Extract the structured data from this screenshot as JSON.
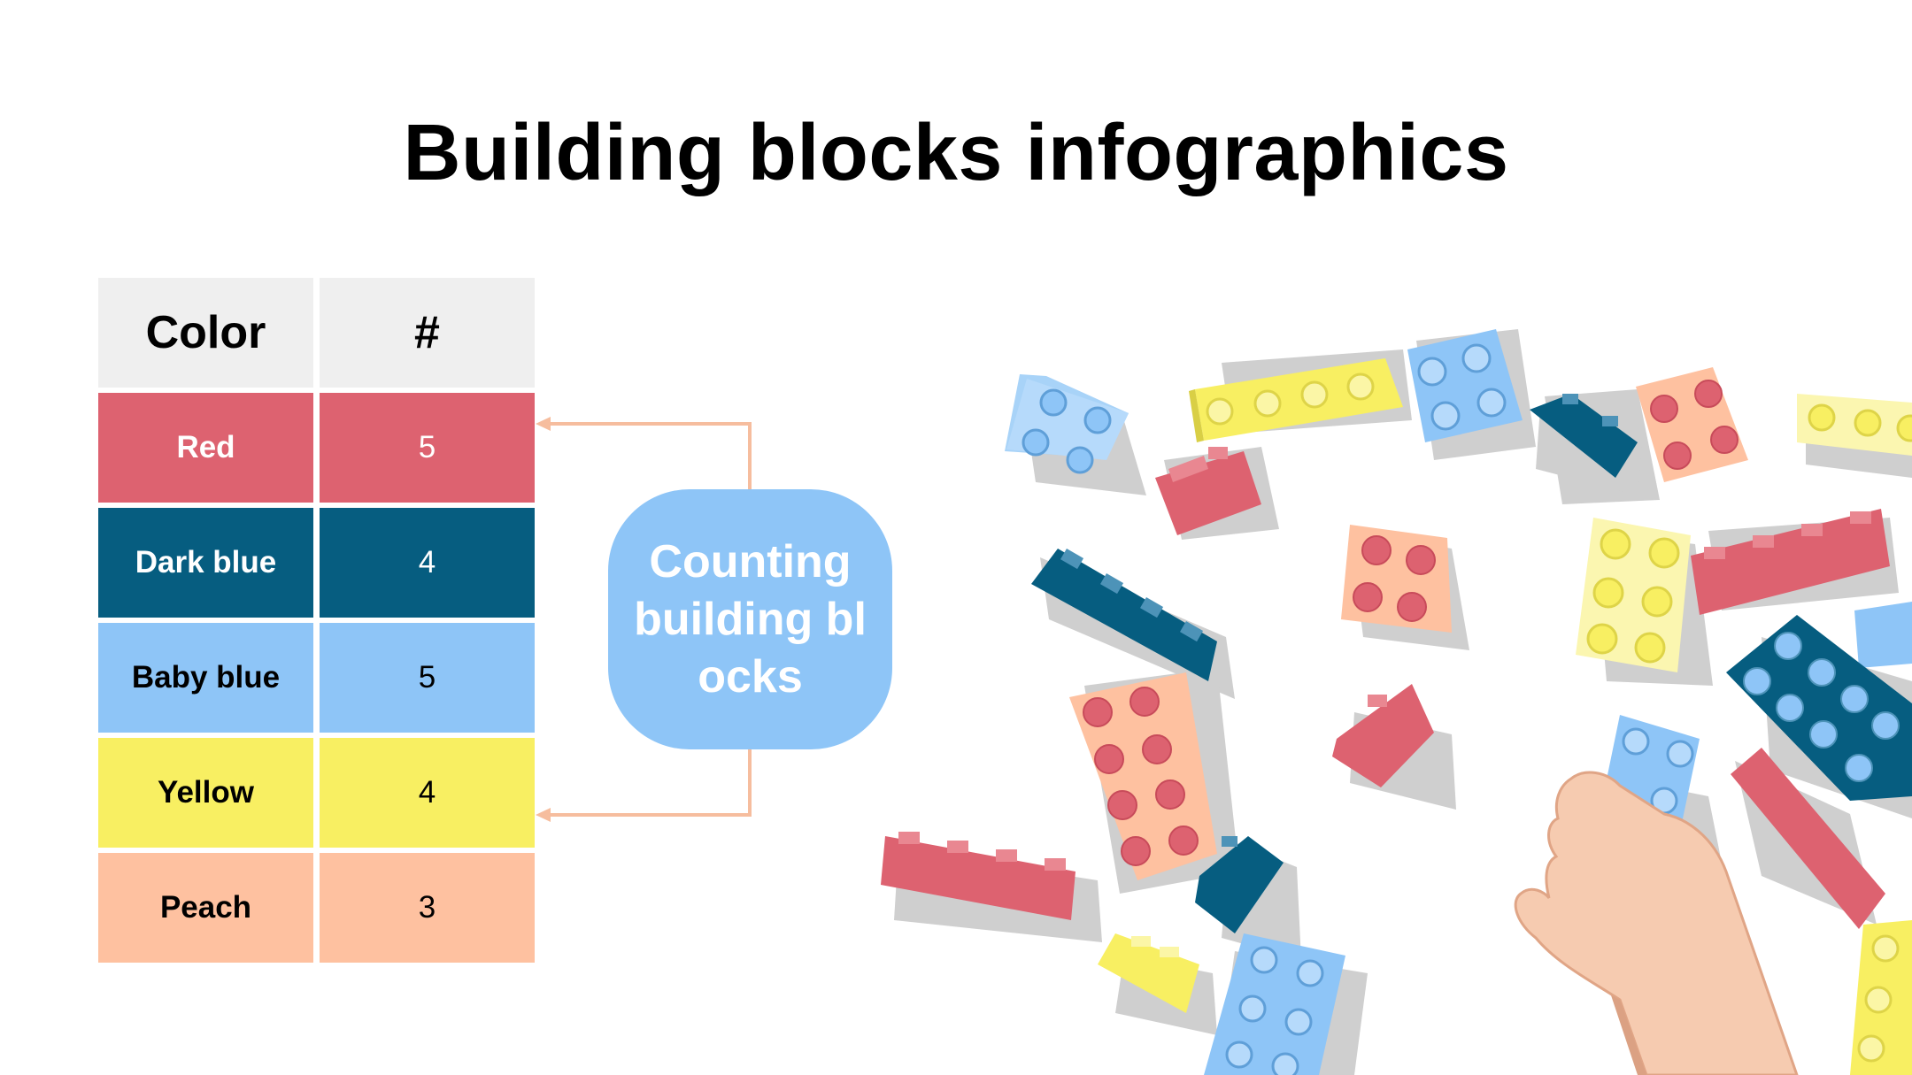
{
  "title": "Building blocks infographics",
  "table": {
    "headers": [
      "Color",
      "#"
    ],
    "rows": [
      {
        "name": "Red",
        "count": "5",
        "bg": "#dd6270",
        "fg": "#ffffff"
      },
      {
        "name": "Dark blue",
        "count": "4",
        "bg": "#065d80",
        "fg": "#ffffff"
      },
      {
        "name": "Baby blue",
        "count": "5",
        "bg": "#8ec5f7",
        "fg": "#000000"
      },
      {
        "name": "Yellow",
        "count": "4",
        "bg": "#f8ef62",
        "fg": "#000000"
      },
      {
        "name": "Peach",
        "count": "3",
        "bg": "#fec1a0",
        "fg": "#000000"
      }
    ]
  },
  "bubble": {
    "text": "Counting building blocks"
  },
  "colors": {
    "header_bg": "#efefef",
    "connector": "#f6bd9e",
    "red": "#dd6270",
    "dark_blue": "#065d80",
    "baby_blue": "#8ec5f7",
    "yellow": "#f8ef62",
    "peach": "#fec1a0",
    "skin": "#f6cbb0",
    "shadow": "#cfcfcf"
  }
}
